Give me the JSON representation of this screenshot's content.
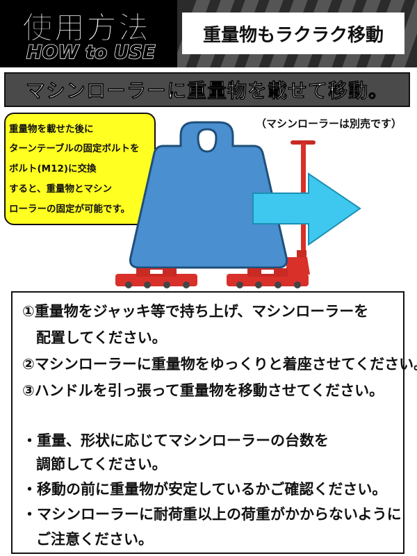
{
  "header": {
    "title_jp": "使用方法",
    "title_en": "HOW to USE",
    "subtitle": "重量物もラクラク移動"
  },
  "banner": {
    "text": "マシンローラーに重量物を載せて移動。"
  },
  "note": {
    "lines": [
      "重量物を載せた後に",
      "ターンテーブルの固定ボルトを",
      "ボルト(M12)に交換",
      "すると、重量物とマシン",
      "ローラーの固定が可能です。"
    ]
  },
  "sold_separately": "（マシンローラーは別売です）",
  "colors": {
    "weight": "#4a8fd0",
    "arrow": "#3ec8f0",
    "roller": "#d9302a",
    "note_bg": "#ffff22",
    "header_bg": "#2b2b2b"
  },
  "instructions": {
    "steps": [
      "①重量物をジャッキ等で持ち上げ、マシンローラーを",
      "配置してください。",
      "②マシンローラーに重量物をゆっくりと着座させてください。",
      "③ハンドルを引っ張って重量物を移動させてください。"
    ],
    "notes": [
      "・重量、形状に応じてマシンローラーの台数を",
      "調節してください。",
      "・移動の前に重量物が安定しているかご確認ください。",
      "・マシンローラーに耐荷重以上の荷重がかからないように",
      "ご注意ください。"
    ]
  }
}
